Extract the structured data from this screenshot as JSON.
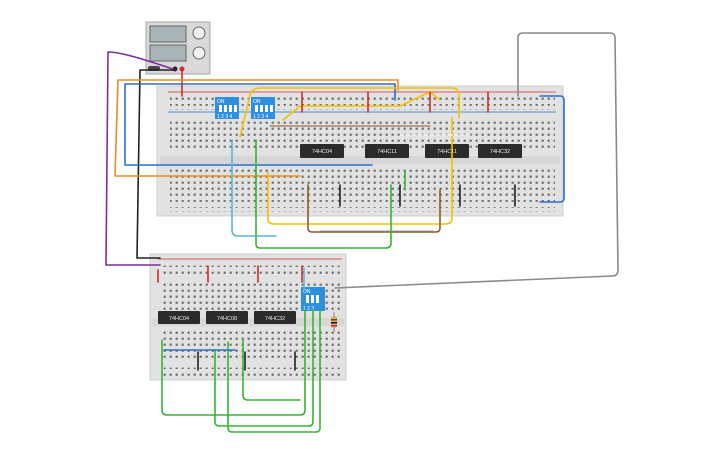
{
  "canvas_background": "#ffffff",
  "colors": {
    "breadboard": "#e2e2e2",
    "hole": "#6f6f6f",
    "rail_red": "#d22b2b",
    "rail_blue": "#2a6fc9",
    "chip": "#2b2b2b",
    "dip_switch": "#2d8fe0",
    "psu_body": "#d9d9d9"
  },
  "power_supply": {
    "name": "power-supply"
  },
  "main_board": {
    "chips": [
      {
        "label": "74HC04"
      },
      {
        "label": "74HC11"
      },
      {
        "label": "74HC11"
      },
      {
        "label": "74HC32"
      }
    ],
    "dip_switches": [
      {
        "on_label": "ON",
        "numbers": "1 2 3 4"
      },
      {
        "on_label": "ON",
        "numbers": "1 2 3 4"
      }
    ]
  },
  "small_board": {
    "chips": [
      {
        "label": "74HC04"
      },
      {
        "label": "74HC08"
      },
      {
        "label": "74HC32"
      }
    ],
    "dip_switches": [
      {
        "on_label": "ON",
        "numbers": "1 2 3"
      }
    ]
  },
  "wire_colors": [
    "green",
    "yellow",
    "orange",
    "blue",
    "light-blue",
    "purple",
    "black",
    "gray",
    "brown",
    "red"
  ]
}
